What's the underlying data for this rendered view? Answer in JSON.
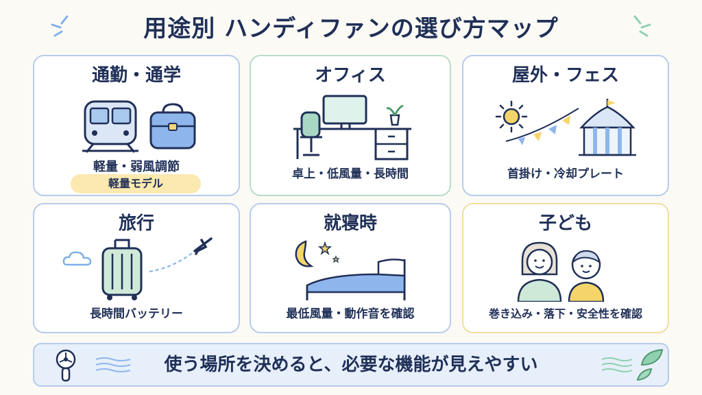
{
  "title": "用途別 ハンディファンの選び方マップ",
  "cards": [
    {
      "title": "通勤・通学",
      "sub": "軽量・弱風調節",
      "badge": "軽量モデル"
    },
    {
      "title": "オフィス",
      "sub": "卓上・低風量・長時間"
    },
    {
      "title": "屋外・フェス",
      "sub": "首掛け・冷却プレート"
    },
    {
      "title": "旅行",
      "sub": "長時間バッテリー"
    },
    {
      "title": "就寝時",
      "sub": "最低風量・動作音を確認"
    },
    {
      "title": "子ども",
      "sub": "巻き込み・落下・安全性を確認"
    }
  ],
  "footer": "使う場所を決めると、必要な機能が見えやすい",
  "colors": {
    "navy": "#1f2f57",
    "blue_border": "#b6ccec",
    "green_border": "#b9ddc9",
    "yellow_border": "#f1dea0",
    "badge": "#fbe9b0",
    "footer_bg": "#e6effa"
  }
}
